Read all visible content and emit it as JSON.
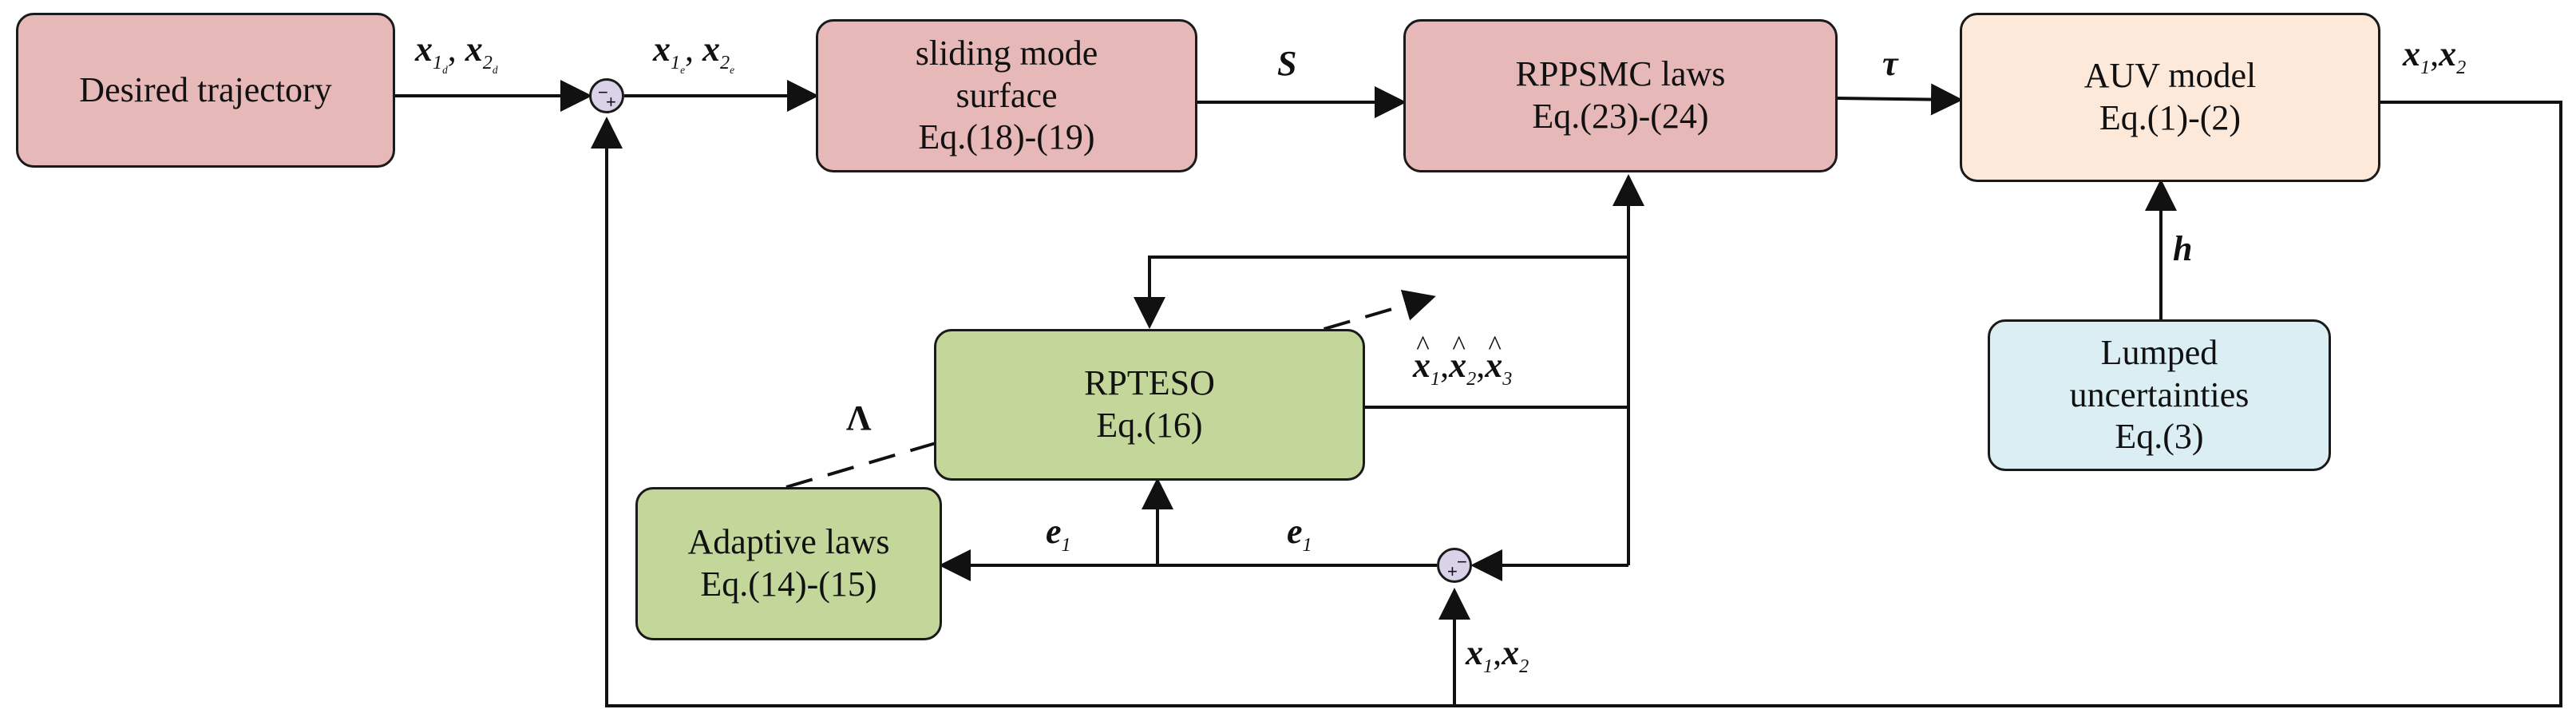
{
  "blocks": {
    "desired": {
      "lines": [
        "Desired trajectory"
      ],
      "fill": "#e6b8b7"
    },
    "sliding": {
      "lines": [
        "sliding mode",
        "surface",
        "Eq.(18)-(19)"
      ],
      "fill": "#e6b8b7"
    },
    "rppsmc": {
      "lines": [
        "RPPSMC laws",
        "Eq.(23)-(24)"
      ],
      "fill": "#e6b8b7"
    },
    "auv": {
      "lines": [
        "AUV model",
        "Eq.(1)-(2)"
      ],
      "fill": "#fde9d9"
    },
    "lumped": {
      "lines": [
        "Lumped",
        "uncertainties",
        "Eq.(3)"
      ],
      "fill": "#daeef3"
    },
    "rpteso": {
      "lines": [
        "RPTESO",
        "Eq.(16)"
      ],
      "fill": "#c4d79b"
    },
    "adaptive": {
      "lines": [
        "Adaptive laws",
        "Eq.(14)-(15)"
      ],
      "fill": "#c4d79b"
    }
  },
  "labels": {
    "xd": {
      "a": "x",
      "a_sub": "1",
      "a_sub2": "d",
      "sep": ",",
      "b": "x",
      "b_sub": "2",
      "b_sub2": "d"
    },
    "xe": {
      "a": "x",
      "a_sub": "1",
      "a_sub2": "e",
      "sep": ",",
      "b": "x",
      "b_sub": "2",
      "b_sub2": "e"
    },
    "S": "S",
    "tau": "τ",
    "x_out": {
      "a": "x",
      "a_sub": "1",
      "sep": ",",
      "b": "x",
      "b_sub": "2"
    },
    "h": "h",
    "xhat": {
      "a": "x",
      "a_sub": "1",
      "b": "x",
      "b_sub": "2",
      "c": "x",
      "c_sub": "3",
      "sep": ","
    },
    "lambda": "Λ",
    "e1_left": {
      "sym": "e",
      "sub": "1"
    },
    "e1_right": {
      "sym": "e",
      "sub": "1"
    },
    "x_bottom": {
      "a": "x",
      "a_sub": "1",
      "sep": ",",
      "b": "x",
      "b_sub": "2"
    }
  },
  "sum_nodes": {
    "top": {
      "signs": [
        "−",
        "+"
      ]
    },
    "bottom": {
      "signs": [
        "−",
        "+"
      ]
    }
  }
}
